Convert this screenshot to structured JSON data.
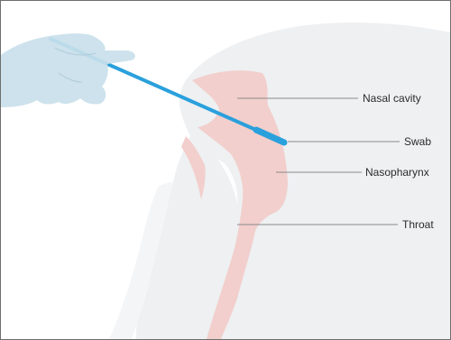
{
  "labels": {
    "nasal_cavity": "Nasal cavity",
    "swab": "Swab",
    "nasopharynx": "Nasopharynx",
    "throat": "Throat"
  },
  "icons": [
    "glove-hand-icon",
    "swab-icon",
    "head-profile-icon"
  ],
  "colors": {
    "background": "#ffffff",
    "head": "#eef0f2",
    "airway": "#f2cfcc",
    "swab": "#2aa0dc",
    "glove": "#c9e0ea",
    "leader_line": "#8a8a8a",
    "text": "#2b2b2b"
  }
}
